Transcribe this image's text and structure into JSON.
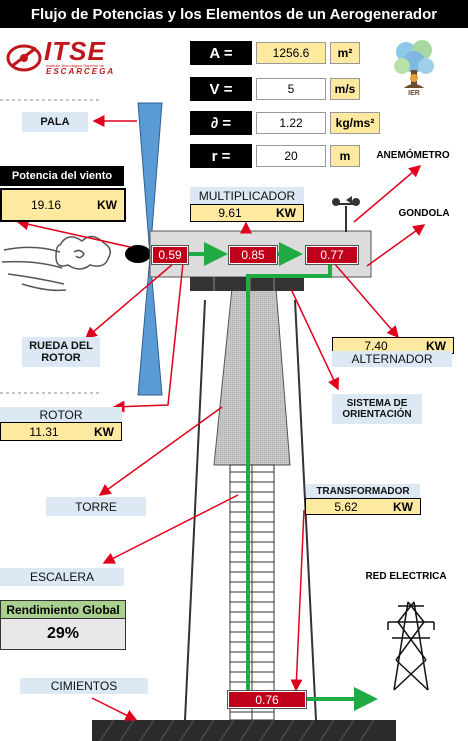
{
  "title": "Flujo de Potencias y los Elementos de un Aerogenerador",
  "logo": {
    "name": "ITSE",
    "subtitle": "Instituto Tecnológico Superior de",
    "place": "ESCARCEGA"
  },
  "logo_right": {
    "text": "IER"
  },
  "params": [
    {
      "label": "A =",
      "value": "1256.6",
      "unit": "m²"
    },
    {
      "label": "V =",
      "value": "5",
      "unit": "m/s"
    },
    {
      "label": "∂ =",
      "value": "1.22",
      "unit": "kg/ms²"
    },
    {
      "label": "r =",
      "value": "20",
      "unit": "m"
    }
  ],
  "labels": {
    "pala": "PALA",
    "anemometro": "ANEMÓMETRO",
    "gondola": "GONDOLA",
    "multiplicador": "MULTIPLICADOR",
    "rueda": "RUEDA DEL ROTOR",
    "alternador": "ALTERNADOR",
    "sistema": "SISTEMA DE ORIENTACIÓN",
    "rotor": "ROTOR",
    "torre": "TORRE",
    "transformador": "TRANSFORMADOR",
    "escalera": "ESCALERA",
    "red": "RED ELECTRICA",
    "cimientos": "CIMIENTOS",
    "potencia_viento": "Potencia del viento",
    "rendimiento": "Rendimiento Global"
  },
  "values": {
    "potencia_viento": {
      "value": "19.16",
      "unit": "KW"
    },
    "multiplicador": {
      "value": "9.61",
      "unit": "KW"
    },
    "alternador": {
      "value": "7.40",
      "unit": "KW"
    },
    "rotor": {
      "value": "11.31",
      "unit": "KW"
    },
    "transformador": {
      "value": "5.62",
      "unit": "KW"
    },
    "rendimiento": "29%"
  },
  "efficiencies": {
    "rotor": "0.59",
    "multiplicador": "0.85",
    "alternador": "0.77",
    "transformador": "0.76"
  },
  "colors": {
    "arrow_red": "#e0001b",
    "flow_green": "#1faa44",
    "blade_blue": "#5b9bd5",
    "box_yellow": "#fde9a0",
    "label_blue": "#dce9f5"
  }
}
